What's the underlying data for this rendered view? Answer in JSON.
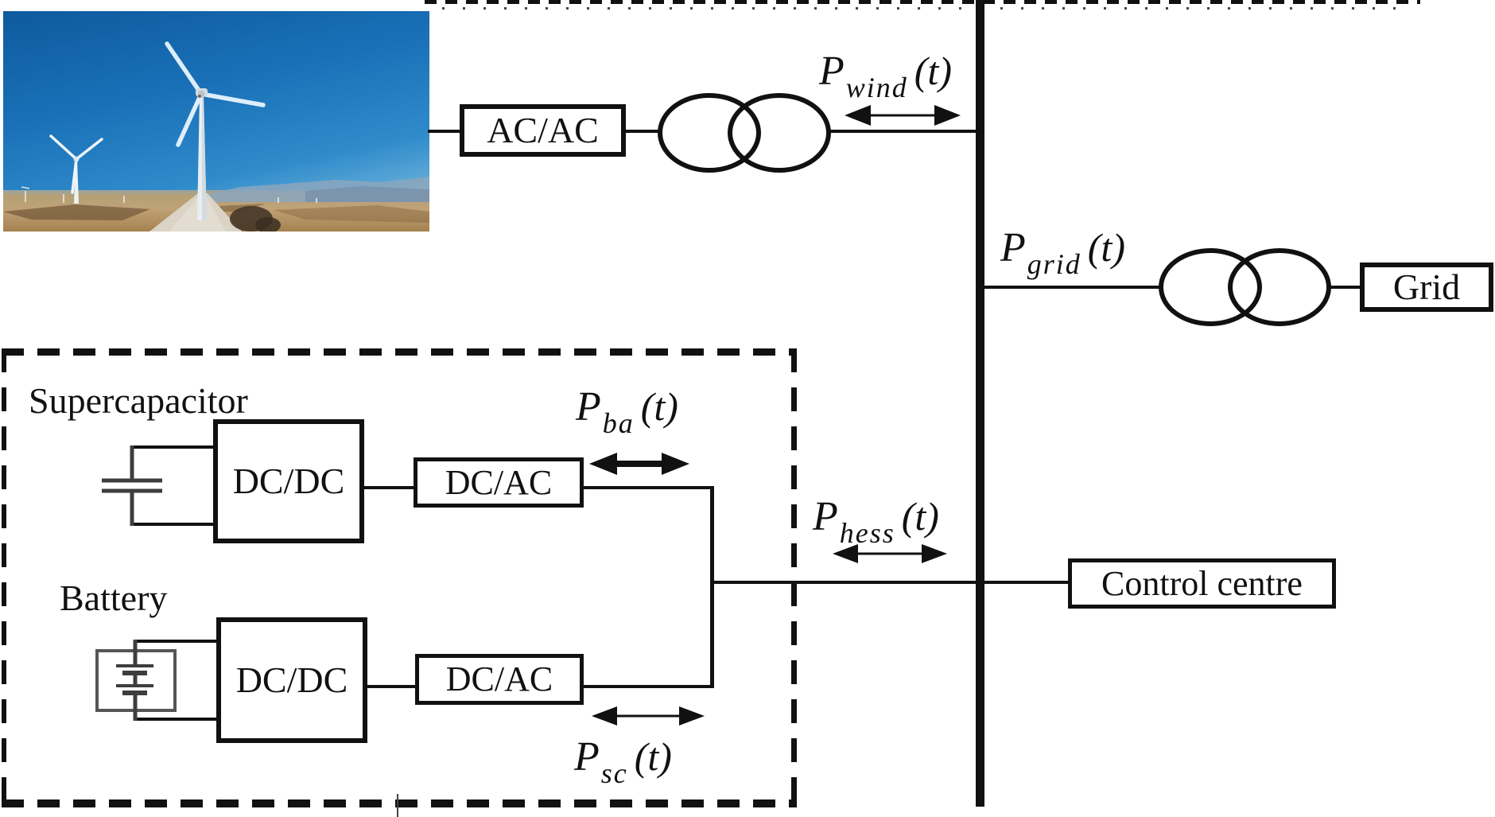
{
  "figure": {
    "description": "Wind farm with hybrid energy storage system (HESS) grid-connection diagram"
  },
  "photo": {
    "name": "wind-farm-photo"
  },
  "converters": {
    "ac_ac": "AC/AC",
    "dc_dc_top": "DC/DC",
    "dc_ac_top": "DC/AC",
    "dc_dc_bottom": "DC/DC",
    "dc_ac_bottom": "DC/AC"
  },
  "nodes": {
    "grid": "Grid",
    "control_centre": "Control centre"
  },
  "sections": {
    "supercapacitor": "Supercapacitor",
    "battery": "Battery"
  },
  "power_labels": {
    "p_wind": {
      "main": "P",
      "sub": "wind",
      "arg": "(t)"
    },
    "p_grid": {
      "main": "P",
      "sub": "grid",
      "arg": "(t)"
    },
    "p_ba": {
      "main": "P",
      "sub": "ba",
      "arg": "(t)"
    },
    "p_hess": {
      "main": "P",
      "sub": "hess",
      "arg": "(t)"
    },
    "p_sc": {
      "main": "P",
      "sub": "sc",
      "arg": "(t)"
    }
  },
  "colors": {
    "line": "#111111",
    "symbol_gray": "#3d3d3d",
    "battery_frame_gray": "#555555",
    "sky_blue": "#1a71b8",
    "ground_tan": "#c0a277",
    "road_gray": "#dad3c6"
  },
  "icons": {
    "transformer_wind": "two-overlapping-ellipses",
    "transformer_grid": "two-overlapping-ellipses",
    "capacitor": "parallel-plates",
    "battery": "cell-stack-in-frame",
    "arrows": "double-headed-arrow"
  }
}
